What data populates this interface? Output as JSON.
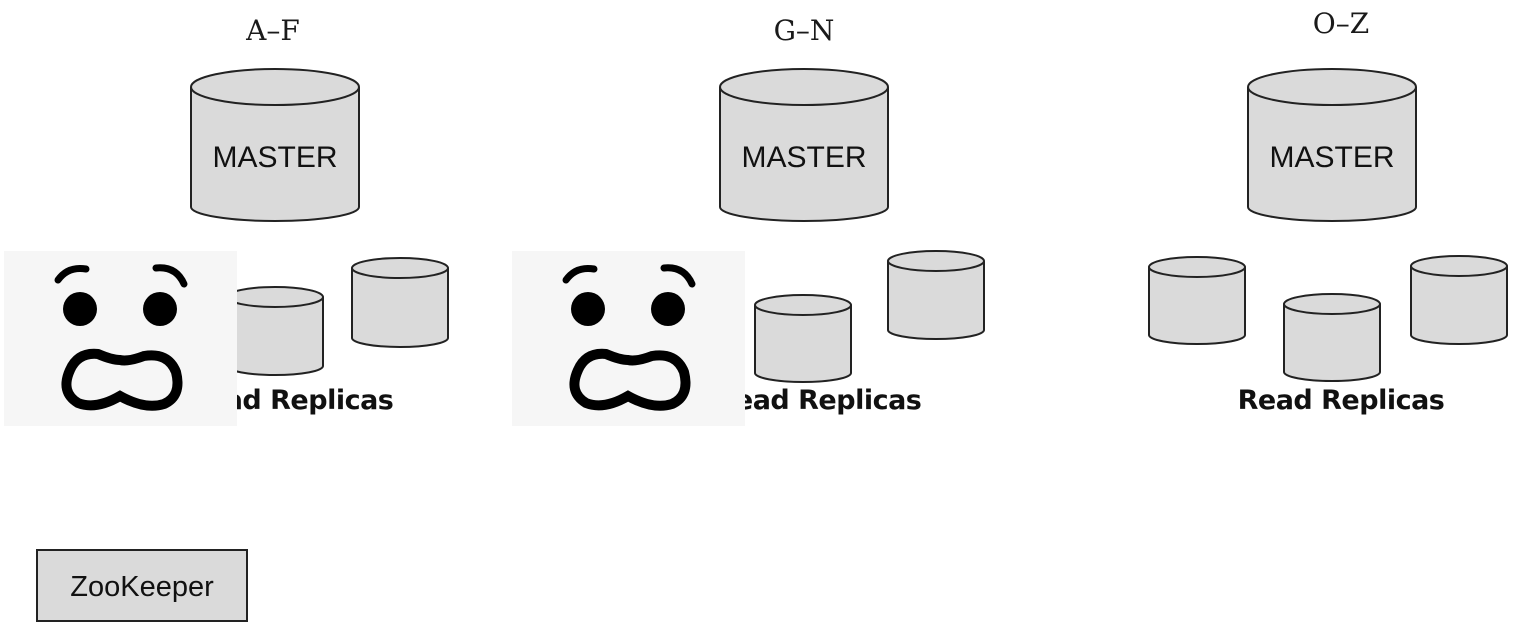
{
  "diagram": {
    "shards": [
      {
        "range_label": "A–F",
        "master_label": "MASTER",
        "replicas_label": "Read Replicas",
        "scared_overlay": true
      },
      {
        "range_label": "G–N",
        "master_label": "MASTER",
        "replicas_label": "Read Replicas",
        "scared_overlay": true
      },
      {
        "range_label": "O–Z",
        "master_label": "MASTER",
        "replicas_label": "Read Replicas",
        "scared_overlay": false
      }
    ],
    "coordinator": {
      "label": "ZooKeeper"
    },
    "colors": {
      "cylinder_fill": "#dadada",
      "outline": "#222222",
      "face_background": "#f6f6f6",
      "face_lines": "#000000"
    },
    "icons": [
      "database-cylinder-icon",
      "scared-face-icon"
    ]
  }
}
